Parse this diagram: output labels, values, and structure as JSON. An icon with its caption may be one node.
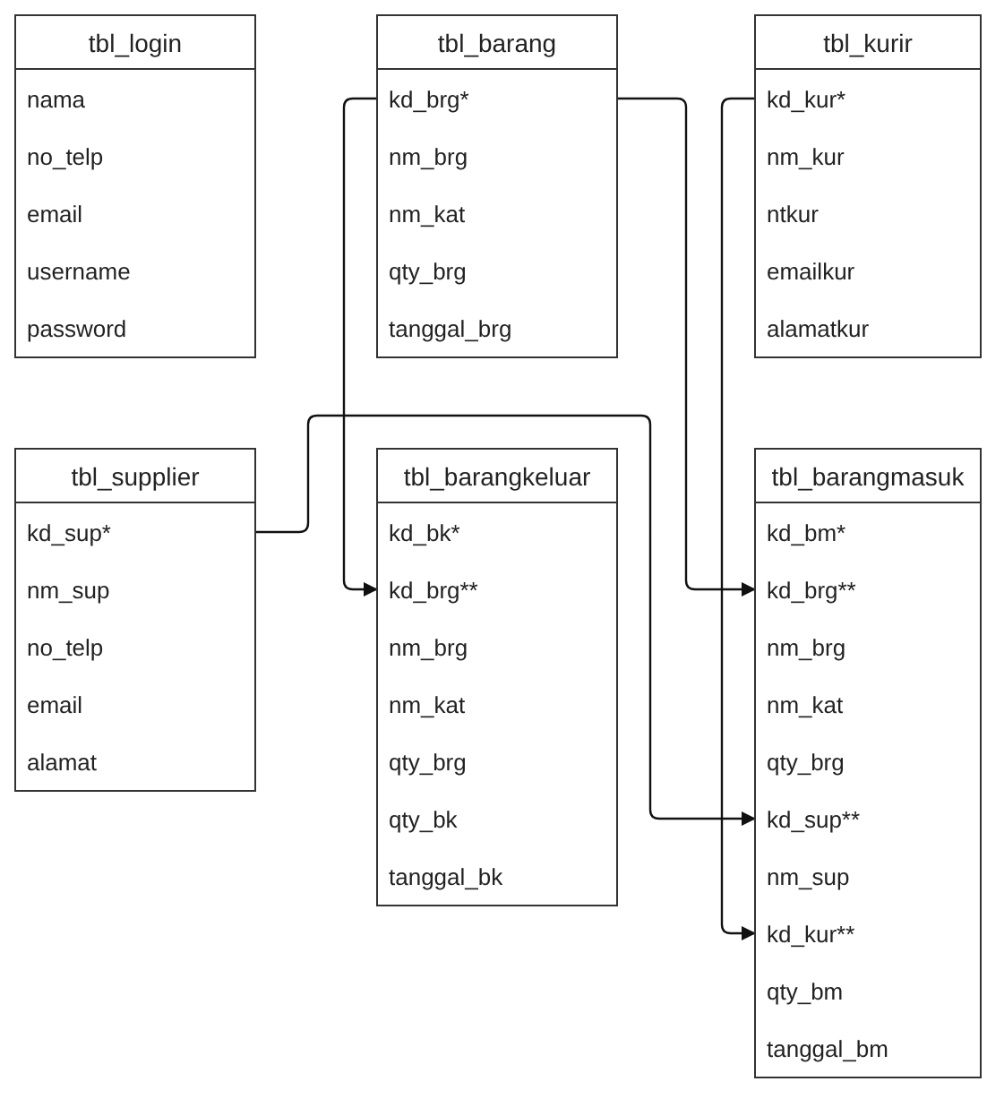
{
  "diagram": {
    "nodes": [
      {
        "text": [
          "tbl_login"
        ]
      },
      {
        "text": [
          "nama"
        ],
        "in": 0
      },
      {
        "text": [
          "no_telp"
        ],
        "in": 0
      },
      {
        "text": [
          "email"
        ],
        "in": 0
      },
      {
        "text": [
          "username"
        ],
        "in": 0
      },
      {
        "text": [
          "password"
        ],
        "in": 0
      },
      {
        "text": [
          "tbl_barang"
        ]
      },
      {
        "text": [
          "kd_brg*"
        ],
        "in": 6
      },
      {
        "text": [
          "nm_brg"
        ],
        "in": 6
      },
      {
        "text": [
          "nm_kat"
        ],
        "in": 6
      },
      {
        "text": [
          "qty_brg"
        ],
        "in": 6
      },
      {
        "text": [
          "tanggal_brg"
        ],
        "in": 6
      },
      {
        "text": [
          "tbl_kurir"
        ]
      },
      {
        "text": [
          "kd_kur*"
        ],
        "in": 12
      },
      {
        "text": [
          "nm_kur"
        ],
        "in": 12
      },
      {
        "text": [
          "ntkur"
        ],
        "in": 12
      },
      {
        "text": [
          "emailkur"
        ],
        "in": 12
      },
      {
        "text": [
          "alamatkur"
        ],
        "in": 12
      },
      {
        "text": [
          "tbl_supplier"
        ]
      },
      {
        "text": [
          "kd_sup*"
        ],
        "in": 18
      },
      {
        "text": [
          "nm_sup"
        ],
        "in": 18
      },
      {
        "text": [
          "no_telp"
        ],
        "in": 18
      },
      {
        "text": [
          "email"
        ],
        "in": 18
      },
      {
        "text": [
          "alamat"
        ],
        "in": 18
      },
      {
        "text": [
          "tbl_barangkeluar"
        ]
      },
      {
        "text": [
          "kd_bk*"
        ],
        "in": 24
      },
      {
        "text": [
          "kd_brg**"
        ],
        "in": 24
      },
      {
        "text": [
          "nm_brg"
        ],
        "in": 24
      },
      {
        "text": [
          "nm_kat"
        ],
        "in": 24
      },
      {
        "text": [
          "qty_brg"
        ],
        "in": 24
      },
      {
        "text": [
          "qty_bk"
        ],
        "in": 24
      },
      {
        "text": [
          "tanggal_bk"
        ],
        "in": 24
      },
      {
        "text": [
          "tbl_barangmasuk"
        ]
      },
      {
        "text": [
          "kd_bm*"
        ],
        "in": 32
      },
      {
        "text": [
          "kd_brg**"
        ],
        "in": 32
      },
      {
        "text": [
          "nm_brg"
        ],
        "in": 32
      },
      {
        "text": [
          "nm_kat"
        ],
        "in": 32
      },
      {
        "text": [
          "qty_brg"
        ],
        "in": 32
      },
      {
        "text": [
          "kd_sup**"
        ],
        "in": 32
      },
      {
        "text": [
          "nm_sup"
        ],
        "in": 32
      },
      {
        "text": [
          "kd_kur**"
        ],
        "in": 32
      },
      {
        "text": [
          "qty_bm"
        ],
        "in": 32
      },
      {
        "text": [
          "tanggal_bm"
        ],
        "in": 32
      }
    ],
    "edges": [
      {
        "from": 7,
        "to": 26,
        "arrow": "to"
      },
      {
        "from": 7,
        "to": 34,
        "arrow": "to"
      },
      {
        "from": 19,
        "to": 38,
        "arrow": "to"
      },
      {
        "from": 13,
        "to": 40,
        "arrow": "to"
      }
    ]
  }
}
